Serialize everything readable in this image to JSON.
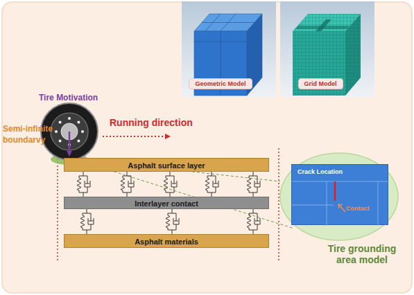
{
  "diagram": {
    "nodes": [
      {
        "text": [
          "Geometric Model"
        ]
      },
      {
        "text": [
          "Grid Model"
        ]
      },
      {
        "text": [
          "Asphalt surface layer"
        ]
      },
      {
        "text": [
          "Interlayer contact"
        ]
      },
      {
        "text": [
          "Asphalt materials"
        ]
      },
      {
        "text": [
          "Tire grounding area model"
        ]
      },
      {
        "text": [
          "Crack Location",
          "Contact"
        ],
        "in": 5
      }
    ],
    "labels": [
      "Tire Motivation",
      "Running direction",
      "Semi-infinite boundarvy"
    ]
  }
}
